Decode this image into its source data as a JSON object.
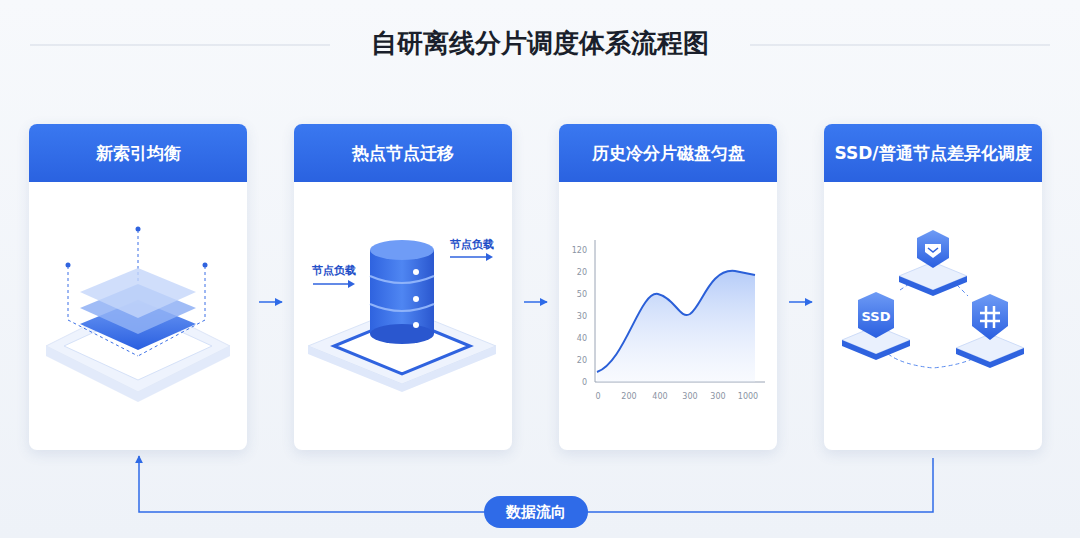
{
  "diagram": {
    "title": "自研离线分片调度体系流程图",
    "nodes": [
      {
        "text": [
          "新索引均衡"
        ]
      },
      {
        "text": [
          "热点节点迁移"
        ]
      },
      {
        "text": [
          "历史冷分片磁盘匀盘"
        ]
      },
      {
        "text": [
          "SSD/普通节点差异化调度"
        ]
      }
    ],
    "edges": [
      {
        "from": 0,
        "to": 1,
        "arrow": "to"
      },
      {
        "from": 1,
        "to": 2,
        "arrow": "to"
      },
      {
        "from": 2,
        "to": 3,
        "arrow": "to"
      },
      {
        "from": 3,
        "to": 0,
        "label": "数据流向",
        "arrow": "to"
      }
    ],
    "labels": [
      "节点负载",
      "节点负载",
      "120",
      "20",
      "50",
      "30",
      "40",
      "20",
      "0",
      "0",
      "200",
      "400",
      "300",
      "300",
      "1000",
      "SSD"
    ]
  }
}
